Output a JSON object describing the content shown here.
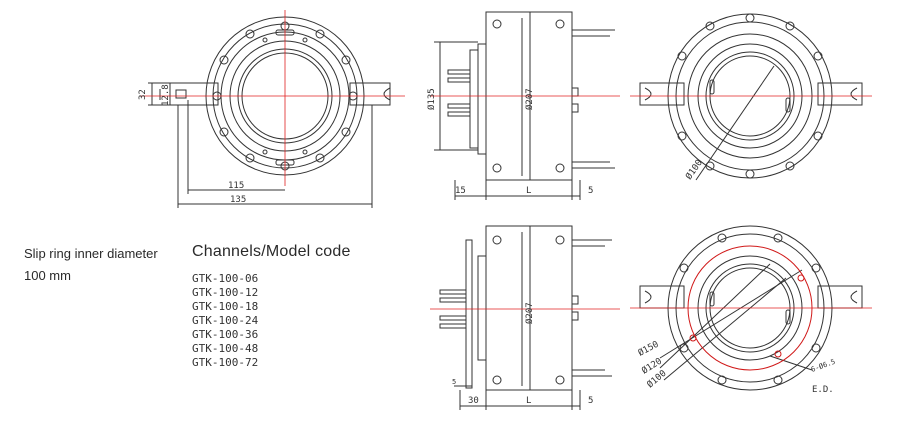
{
  "labels": {
    "inner_diameter": "Slip ring inner diameter",
    "inner_value": "100 mm",
    "channels_heading": "Channels/Model code"
  },
  "models": [
    "GTK-100-06",
    "GTK-100-12",
    "GTK-100-18",
    "GTK-100-24",
    "GTK-100-36",
    "GTK-100-48",
    "GTK-100-72"
  ],
  "dimensions": {
    "d32": "32",
    "d12_8": "12.8",
    "d115": "115",
    "d135": "135",
    "phi135": "Ø135",
    "phi207_top": "Ø207",
    "d15": "15",
    "L_top": "L",
    "d5_top": "5",
    "phi100_top": "Ø100",
    "phi207_bottom": "Ø207",
    "d5_small": "5",
    "d30": "30",
    "L_bottom": "L",
    "d5_bottom": "5",
    "phi150": "Ø150",
    "phi120": "Ø120",
    "phi100_bottom": "Ø100",
    "phi6_5": "6-Ø6.5",
    "ed": "E.D."
  },
  "colors": {
    "line": "#333333",
    "center": "#e02020",
    "ref": "#d01818"
  }
}
